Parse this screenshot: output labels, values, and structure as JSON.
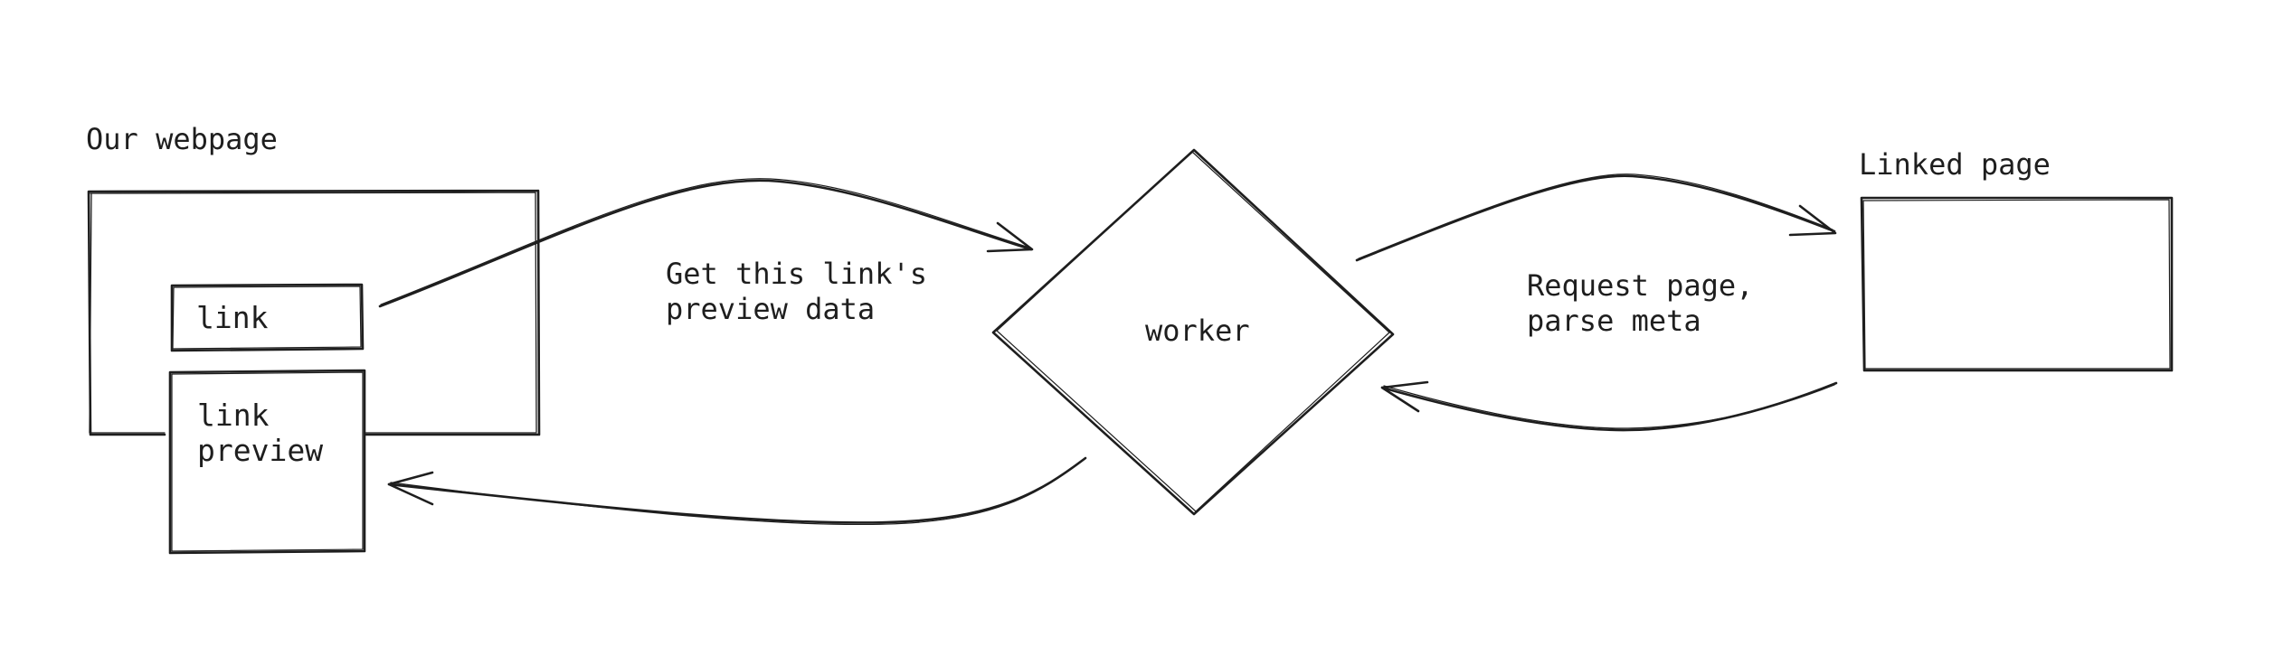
{
  "diagram": {
    "our_webpage_title": "Our webpage",
    "link_label": "link",
    "link_preview_line1": "link",
    "link_preview_line2": "preview",
    "request_label_line1": "Get this link's",
    "request_label_line2": "preview data",
    "worker_label": "worker",
    "fetch_label_line1": "Request page,",
    "fetch_label_line2": "parse meta",
    "linked_page_title": "Linked page"
  },
  "colors": {
    "stroke": "#1e1e1e",
    "background": "#ffffff"
  }
}
